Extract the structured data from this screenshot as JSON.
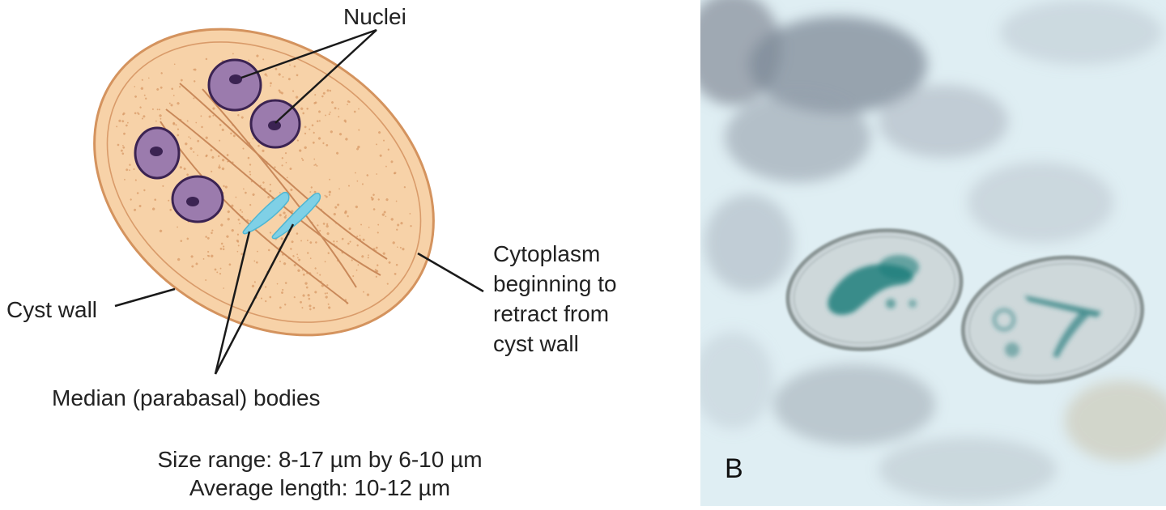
{
  "diagram": {
    "labels": {
      "nuclei": "Nuclei",
      "cyst_wall": "Cyst wall",
      "cytoplasm": [
        "Cytoplasm",
        "beginning to",
        "retract from",
        "cyst wall"
      ],
      "median_bodies": "Median (parabasal) bodies",
      "size_range": "Size range: 8-17 µm by 6-10 µm",
      "average_length": "Average length: 10-12 µm"
    },
    "colors": {
      "cyst_fill": "#f7d2a8",
      "cyst_outline": "#d4935e",
      "nucleus_fill": "#9b7bad",
      "nucleus_outline": "#3b2352",
      "median_body": "#7fd0e6",
      "leader_line": "#1a1a1a"
    }
  },
  "micrograph": {
    "panel_letter": "B",
    "colors": {
      "background": "#dfeef3",
      "debris": "#7e8a97",
      "cyst": "#c9d3d6",
      "stain": "#1f7f7c"
    }
  }
}
